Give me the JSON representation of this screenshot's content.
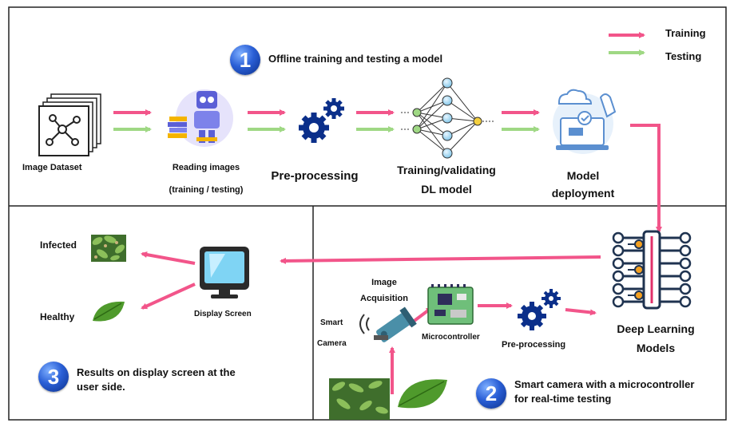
{
  "legend": {
    "training": "Training",
    "testing": "Testing"
  },
  "colors": {
    "training": "#f2558a",
    "testing": "#9fd884",
    "box": "#222222",
    "accent": "#2a5fd6"
  },
  "section1": {
    "number": "1",
    "title": "Offline training and testing a model"
  },
  "section2": {
    "number": "2",
    "title_line1": "Smart camera with a microcontroller",
    "title_line2": "for real-time testing"
  },
  "section3": {
    "number": "3",
    "title_line1": "Results on display screen at the",
    "title_line2": "user side."
  },
  "pipeline": {
    "image_dataset": "Image Dataset",
    "reading_line1": "Reading images",
    "reading_line2": "(training / testing)",
    "preprocessing": "Pre-processing",
    "training_line1": "Training/validating",
    "training_line2": "DL model",
    "deploy_line1": "Model",
    "deploy_line2": "deployment"
  },
  "realtime": {
    "deep_line1": "Deep Learning",
    "deep_line2": "Models",
    "acq_line1": "Image",
    "acq_line2": "Acquisition",
    "smart": "Smart",
    "camera": "Camera",
    "micro": "Microcontroller",
    "preprocessing": "Pre-processing"
  },
  "results": {
    "infected": "Infected",
    "healthy": "Healthy",
    "display": "Display Screen"
  }
}
